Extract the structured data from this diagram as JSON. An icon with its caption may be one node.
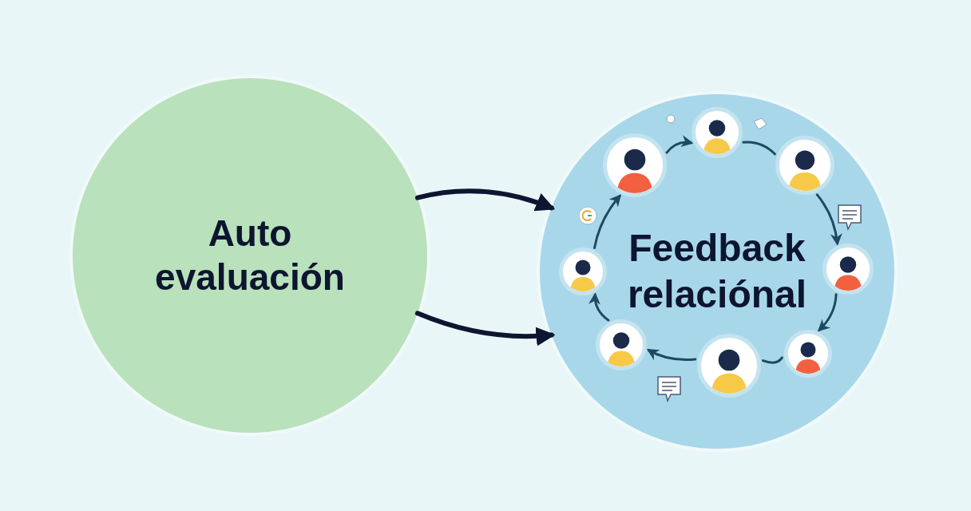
{
  "diagram": {
    "nodes": [
      {
        "text": [
          "Auto evaluación"
        ]
      },
      {
        "text": [
          "Feedback relaciónal"
        ]
      },
      {
        "text": [],
        "shape": "person",
        "in": 1
      },
      {
        "text": [],
        "shape": "person",
        "in": 1
      },
      {
        "text": [],
        "shape": "person",
        "in": 1
      },
      {
        "text": [],
        "shape": "person",
        "in": 1
      },
      {
        "text": [],
        "shape": "person",
        "in": 1
      },
      {
        "text": [],
        "shape": "person",
        "in": 1
      },
      {
        "text": [],
        "shape": "person",
        "in": 1
      },
      {
        "text": [],
        "shape": "person",
        "in": 1
      }
    ],
    "edges": [
      {
        "from": 0,
        "to": 1,
        "arrow": "to",
        "style": "thick"
      },
      {
        "from": 0,
        "to": 1,
        "arrow": "to",
        "style": "thick"
      },
      {
        "from": 2,
        "to": 3,
        "arrow": "to"
      },
      {
        "from": 3,
        "to": 4,
        "arrow": "none"
      },
      {
        "from": 4,
        "to": 5,
        "arrow": "to"
      },
      {
        "from": 5,
        "to": 6,
        "arrow": "to"
      },
      {
        "from": 6,
        "to": 7,
        "arrow": "none"
      },
      {
        "from": 7,
        "to": 8,
        "arrow": "to"
      },
      {
        "from": 8,
        "to": 9,
        "arrow": "to"
      },
      {
        "from": 9,
        "to": 2,
        "arrow": "to"
      }
    ]
  }
}
